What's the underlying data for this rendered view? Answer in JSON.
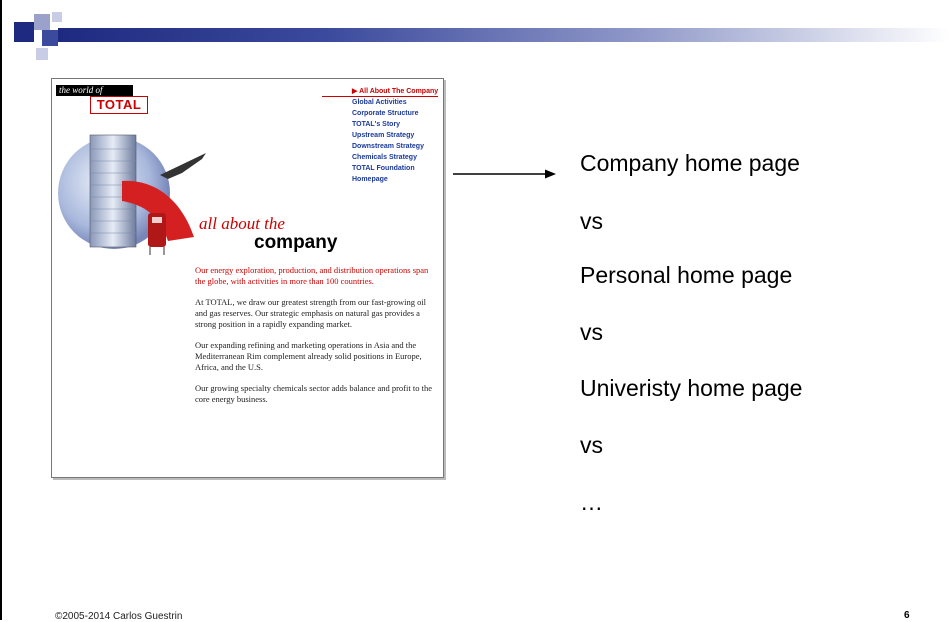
{
  "slide": {
    "footer": "©2005-2014 Carlos Guestrin",
    "page_number": "6",
    "accent_colors": [
      "#1e2a80",
      "#8f98c8"
    ]
  },
  "screenshot": {
    "banner": "the world of",
    "logo_text": "TOTAL",
    "nav_items": [
      {
        "label": "▶ All About The Company",
        "active": true
      },
      {
        "label": "Global Activities",
        "active": false
      },
      {
        "label": "Corporate Structure",
        "active": false
      },
      {
        "label": "TOTAL's Story",
        "active": false
      },
      {
        "label": "Upstream Strategy",
        "active": false
      },
      {
        "label": "Downstream Strategy",
        "active": false
      },
      {
        "label": "Chemicals Strategy",
        "active": false
      },
      {
        "label": "TOTAL Foundation",
        "active": false
      },
      {
        "label": "Homepage",
        "active": false
      }
    ],
    "tagline_italic": "all about the",
    "tagline_bold": "company",
    "paragraphs": [
      "Our energy exploration, production, and distribution operations span the globe, with activities in more than 100 countries.",
      "At TOTAL, we draw our greatest strength from our fast-growing oil and gas reserves. Our strategic emphasis on natural gas provides a strong position in a rapidly expanding market.",
      "Our expanding refining and marketing operations in Asia and the Mediterranean Rim complement already solid positions in Europe, Africa, and the U.S.",
      "Our growing specialty chemicals sector adds balance and profit to the core energy business."
    ],
    "colors": {
      "brand_red": "#cc0000",
      "nav_blue": "#1a3a9a"
    }
  },
  "comparison": {
    "lines": [
      "Company home page",
      " vs",
      "Personal home page",
      " vs",
      "Univeristy home page",
      " vs",
      "…"
    ]
  }
}
